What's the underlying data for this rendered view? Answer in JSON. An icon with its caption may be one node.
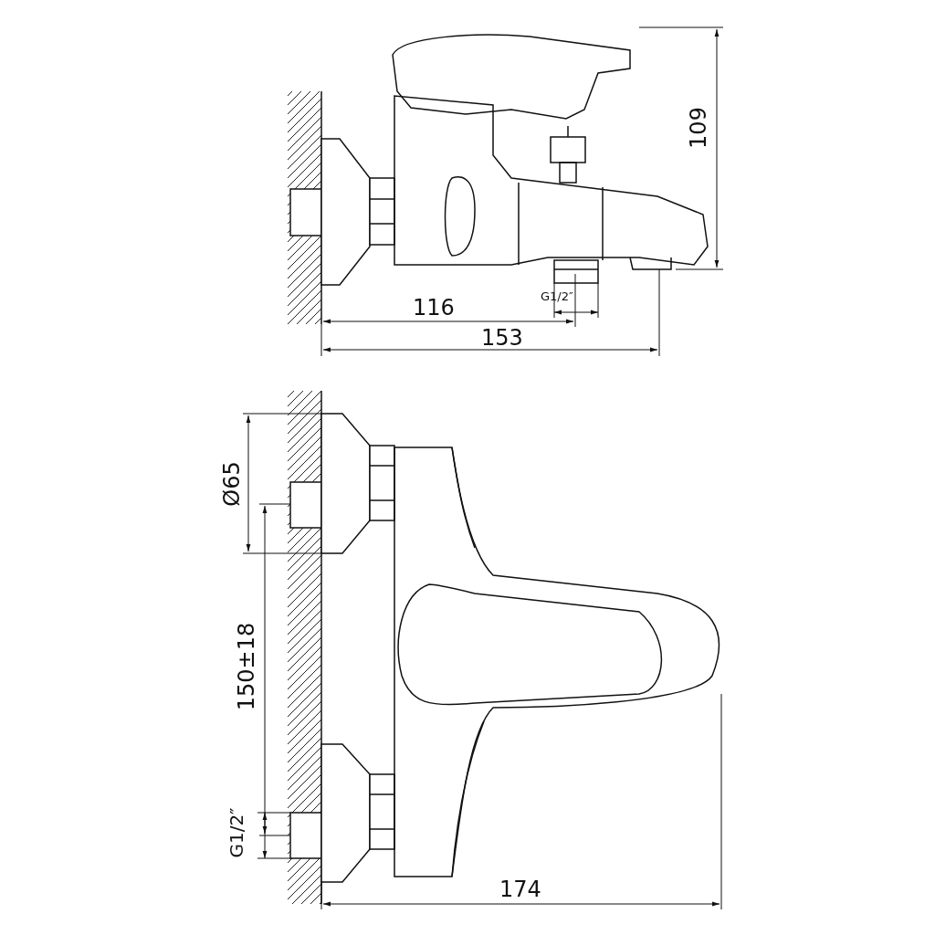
{
  "diagram": {
    "labels": [
      "109",
      "G1/2″",
      "116",
      "153",
      "Ø65",
      "150±18",
      "G1/2″",
      "174"
    ]
  }
}
